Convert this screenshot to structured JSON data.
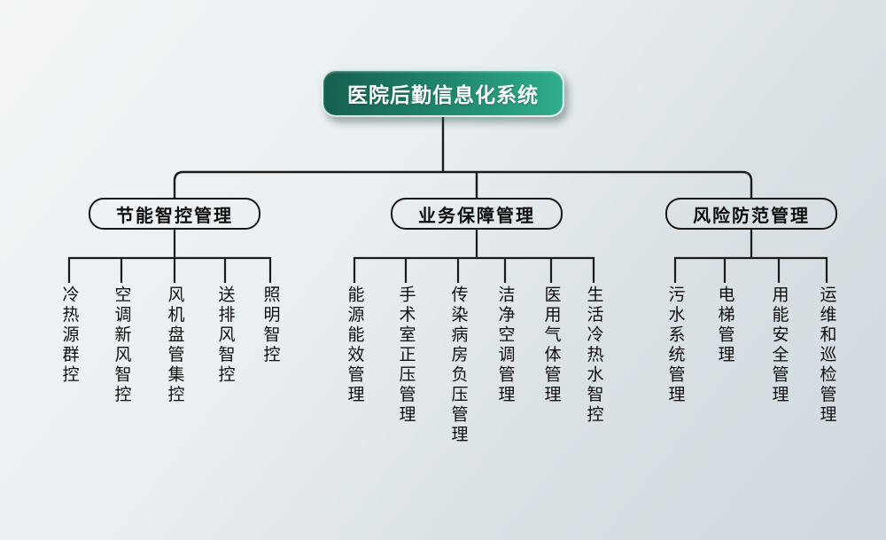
{
  "root": {
    "label": "医院后勤信息化系统"
  },
  "branches": [
    {
      "label": "节能智控管理",
      "children": [
        "冷热源群控",
        "空调新风智控",
        "风机盘管集控",
        "送排风智控",
        "照明智控"
      ]
    },
    {
      "label": "业务保障管理",
      "children": [
        "能源能效管理",
        "手术室正压管理",
        "传染病房负压管理",
        "洁净空调管理",
        "医用气体管理",
        "生活冷热水智控"
      ]
    },
    {
      "label": "风险防范管理",
      "children": [
        "污水系统管理",
        "电梯管理",
        "用能安全管理",
        "运维和巡检管理"
      ]
    }
  ],
  "colors": {
    "root_gradient_start": "#155e4e",
    "root_gradient_end": "#2fae8e",
    "root_text": "#ffffff",
    "node_border": "#161616",
    "line": "#1a1a1a",
    "background_start": "#f3f5f6",
    "background_end": "#cfd9de"
  }
}
